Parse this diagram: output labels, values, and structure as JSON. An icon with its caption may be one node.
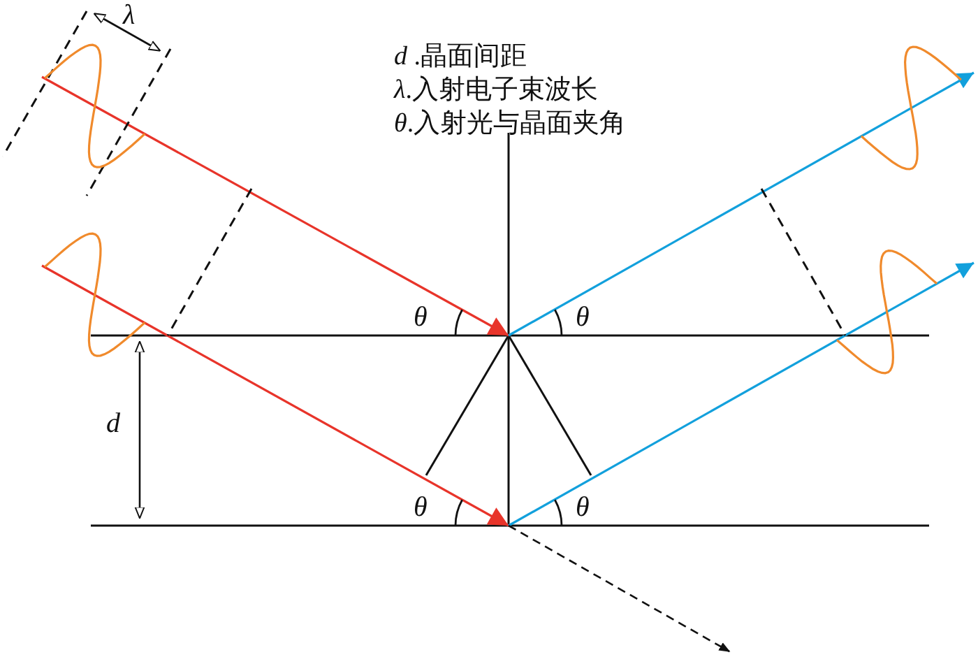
{
  "diagram": {
    "labels": [
      "λ",
      "*d* .晶面间距",
      "*λ*.入射电子束波长",
      "*θ*.入射光与晶面夹角",
      "θ",
      "θ",
      "d",
      "θ",
      "θ"
    ]
  }
}
